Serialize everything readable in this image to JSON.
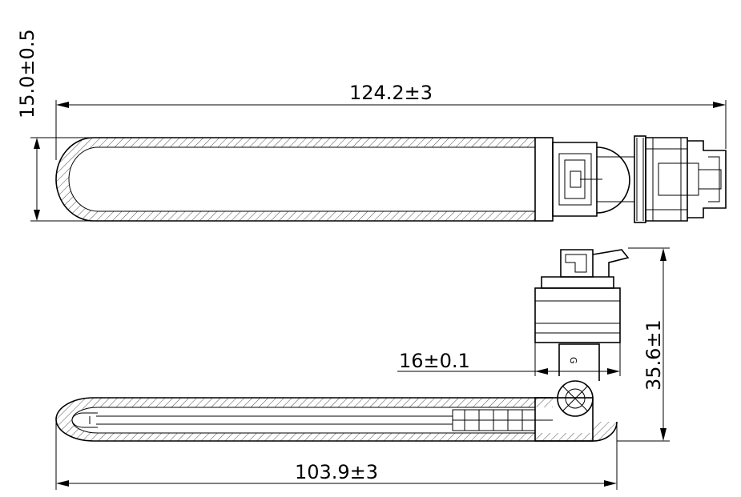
{
  "dimensions": {
    "top_height": "15.0±0.5",
    "top_length": "124.2±3",
    "bottom_length": "103.9±3",
    "connector_width": "16±0.1",
    "connector_height": "35.6±1",
    "feature_mark": "G"
  }
}
